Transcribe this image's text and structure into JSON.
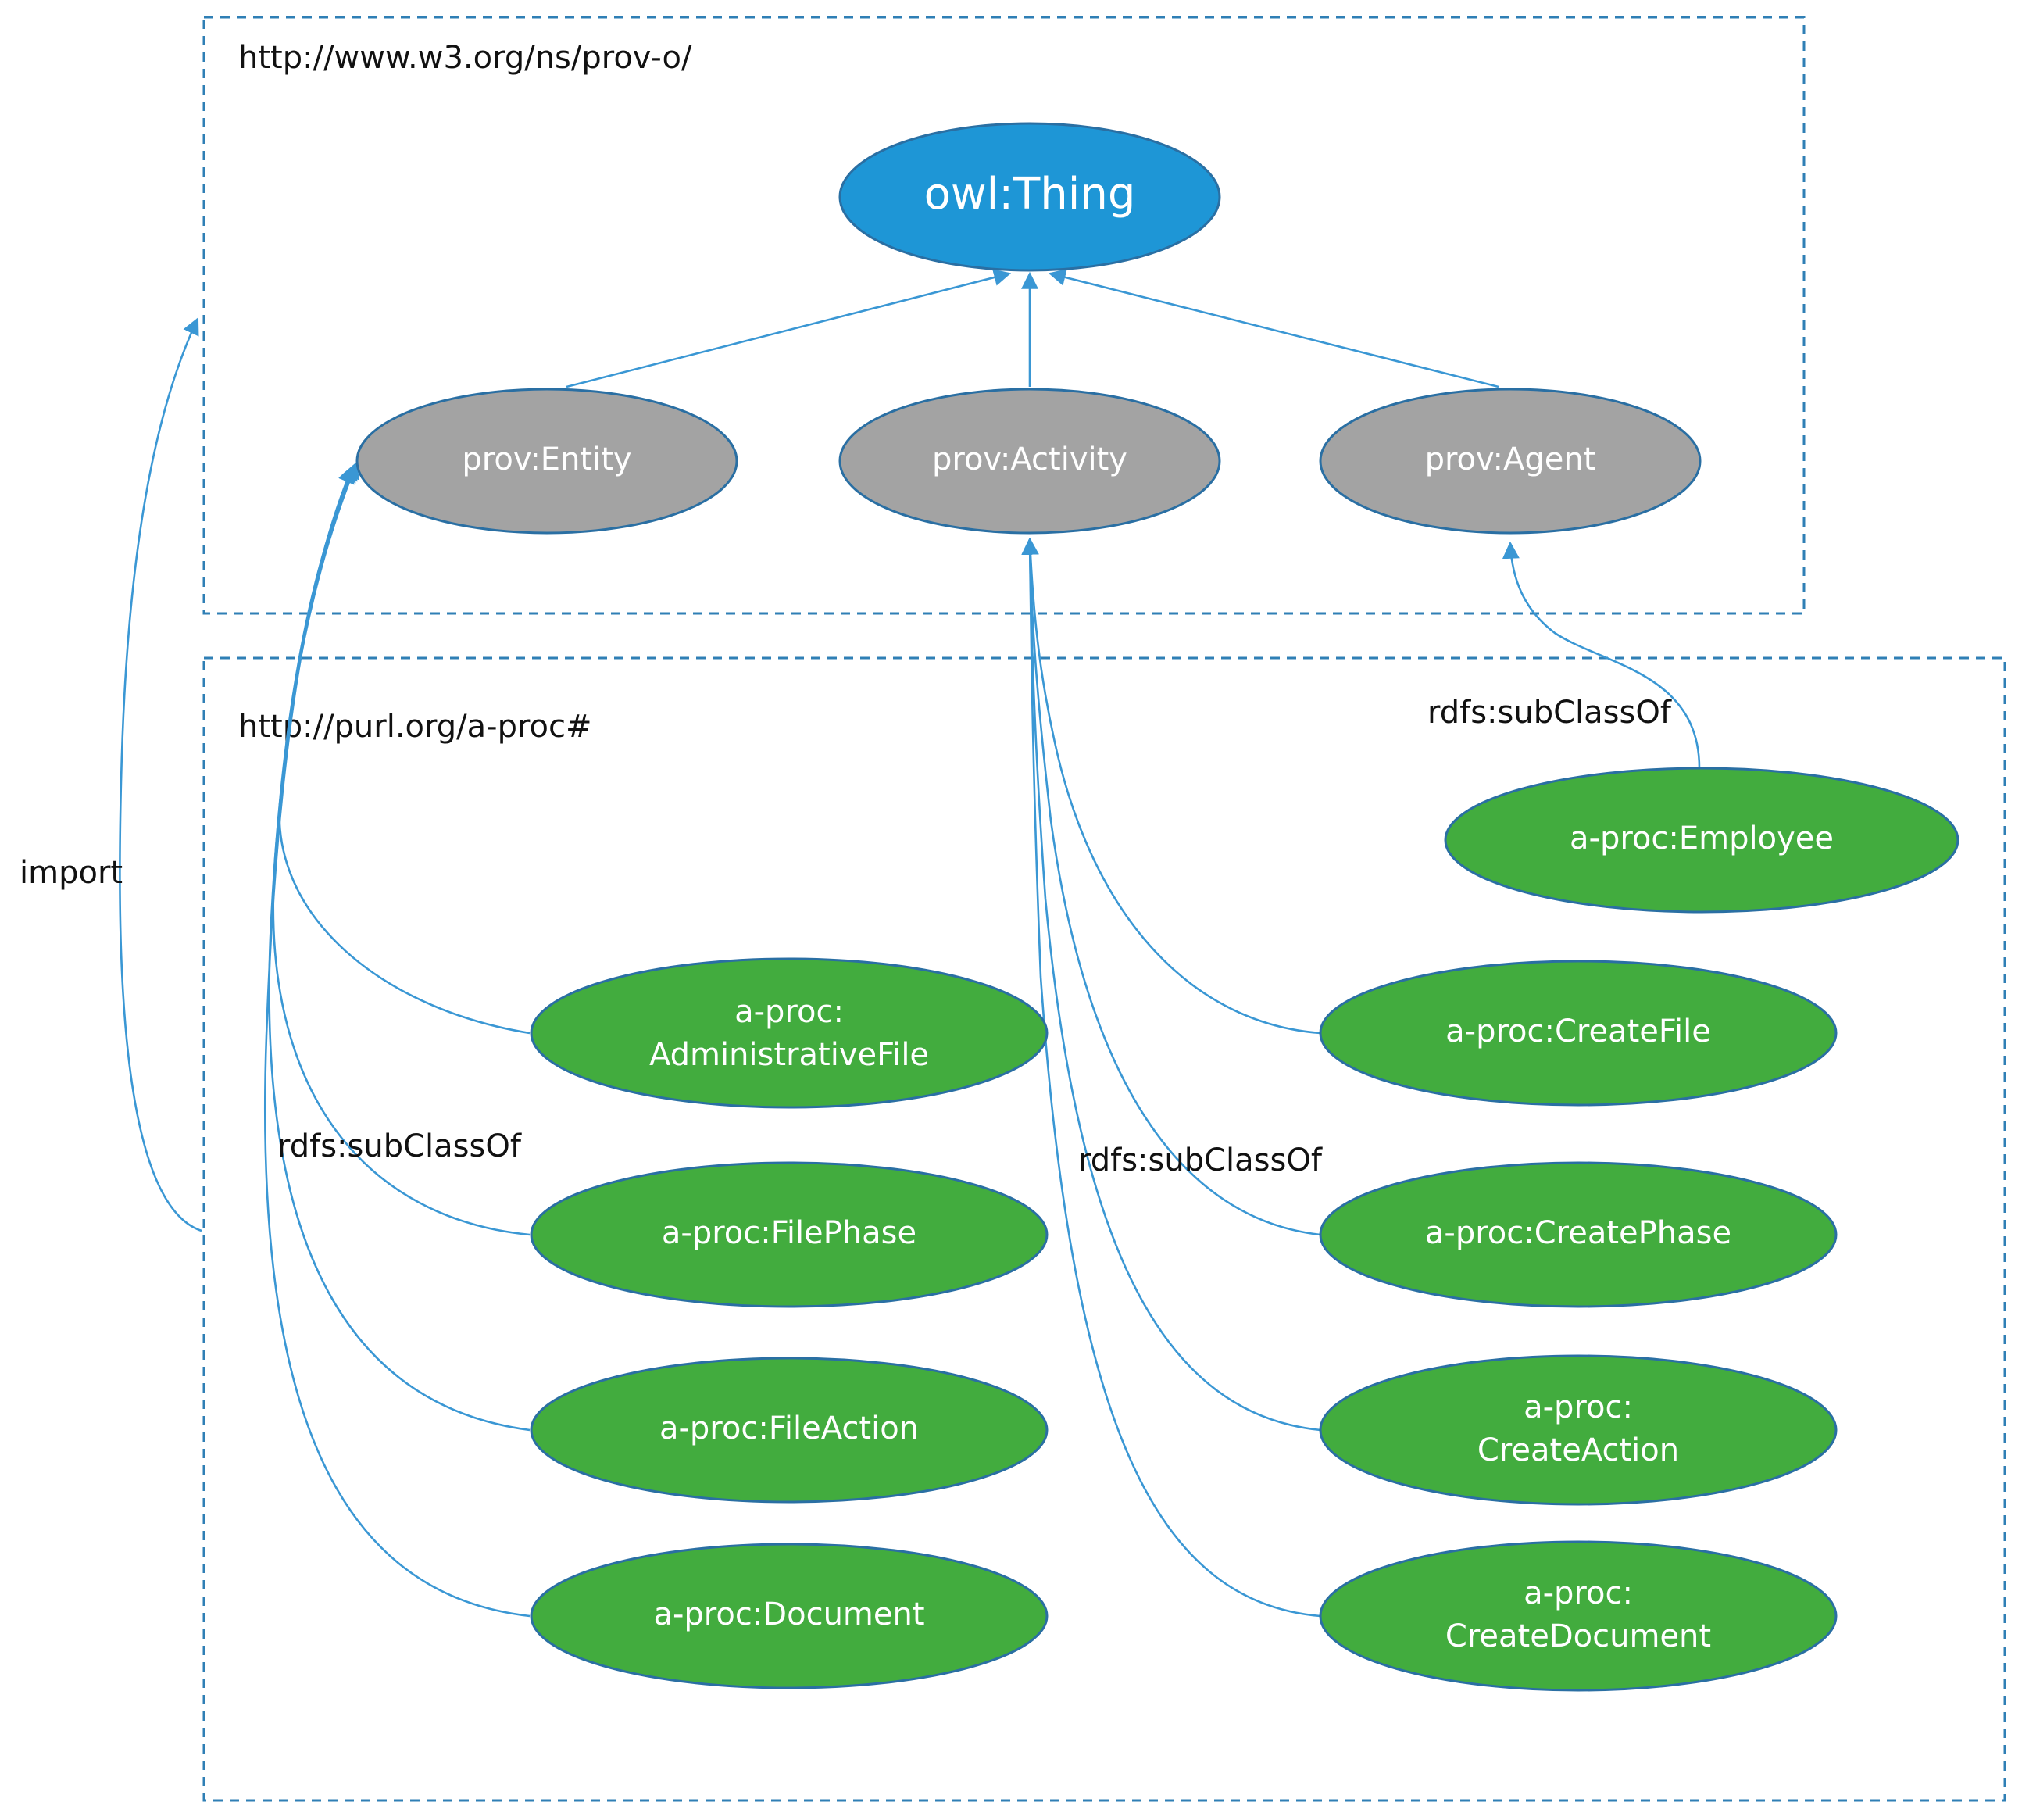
{
  "colors": {
    "frame": "#2f7fb5",
    "edge": "#3a97d4",
    "root_fill": "#1e96d6",
    "prov_fill": "#a3a3a3",
    "aproc_fill": "#42ac3e",
    "node_stroke": "#2a6fa3",
    "text_dark": "#111111",
    "text_light": "#ffffff"
  },
  "namespaces": {
    "prov": "http://www.w3.org/ns/prov-o/",
    "aproc": "http://purl.org/a-proc#"
  },
  "relations": {
    "import": "import",
    "subclass_entity": "rdfs:subClassOf",
    "subclass_activity": "rdfs:subClassOf",
    "subclass_agent": "rdfs:subClassOf"
  },
  "nodes": {
    "thing": {
      "label": "owl:Thing"
    },
    "entity": {
      "label": "prov:Entity"
    },
    "activity": {
      "label": "prov:Activity"
    },
    "agent": {
      "label": "prov:Agent"
    },
    "employee": {
      "label": "a-proc:Employee"
    },
    "administrative_file": {
      "line1": "a-proc:",
      "line2": "AdministrativeFile"
    },
    "file_phase": {
      "label": "a-proc:FilePhase"
    },
    "file_action": {
      "label": "a-proc:FileAction"
    },
    "document": {
      "label": "a-proc:Document"
    },
    "create_file": {
      "label": "a-proc:CreateFile"
    },
    "create_phase": {
      "label": "a-proc:CreatePhase"
    },
    "create_action": {
      "line1": "a-proc:",
      "line2": "CreateAction"
    },
    "create_document": {
      "line1": "a-proc:",
      "line2": "CreateDocument"
    }
  }
}
